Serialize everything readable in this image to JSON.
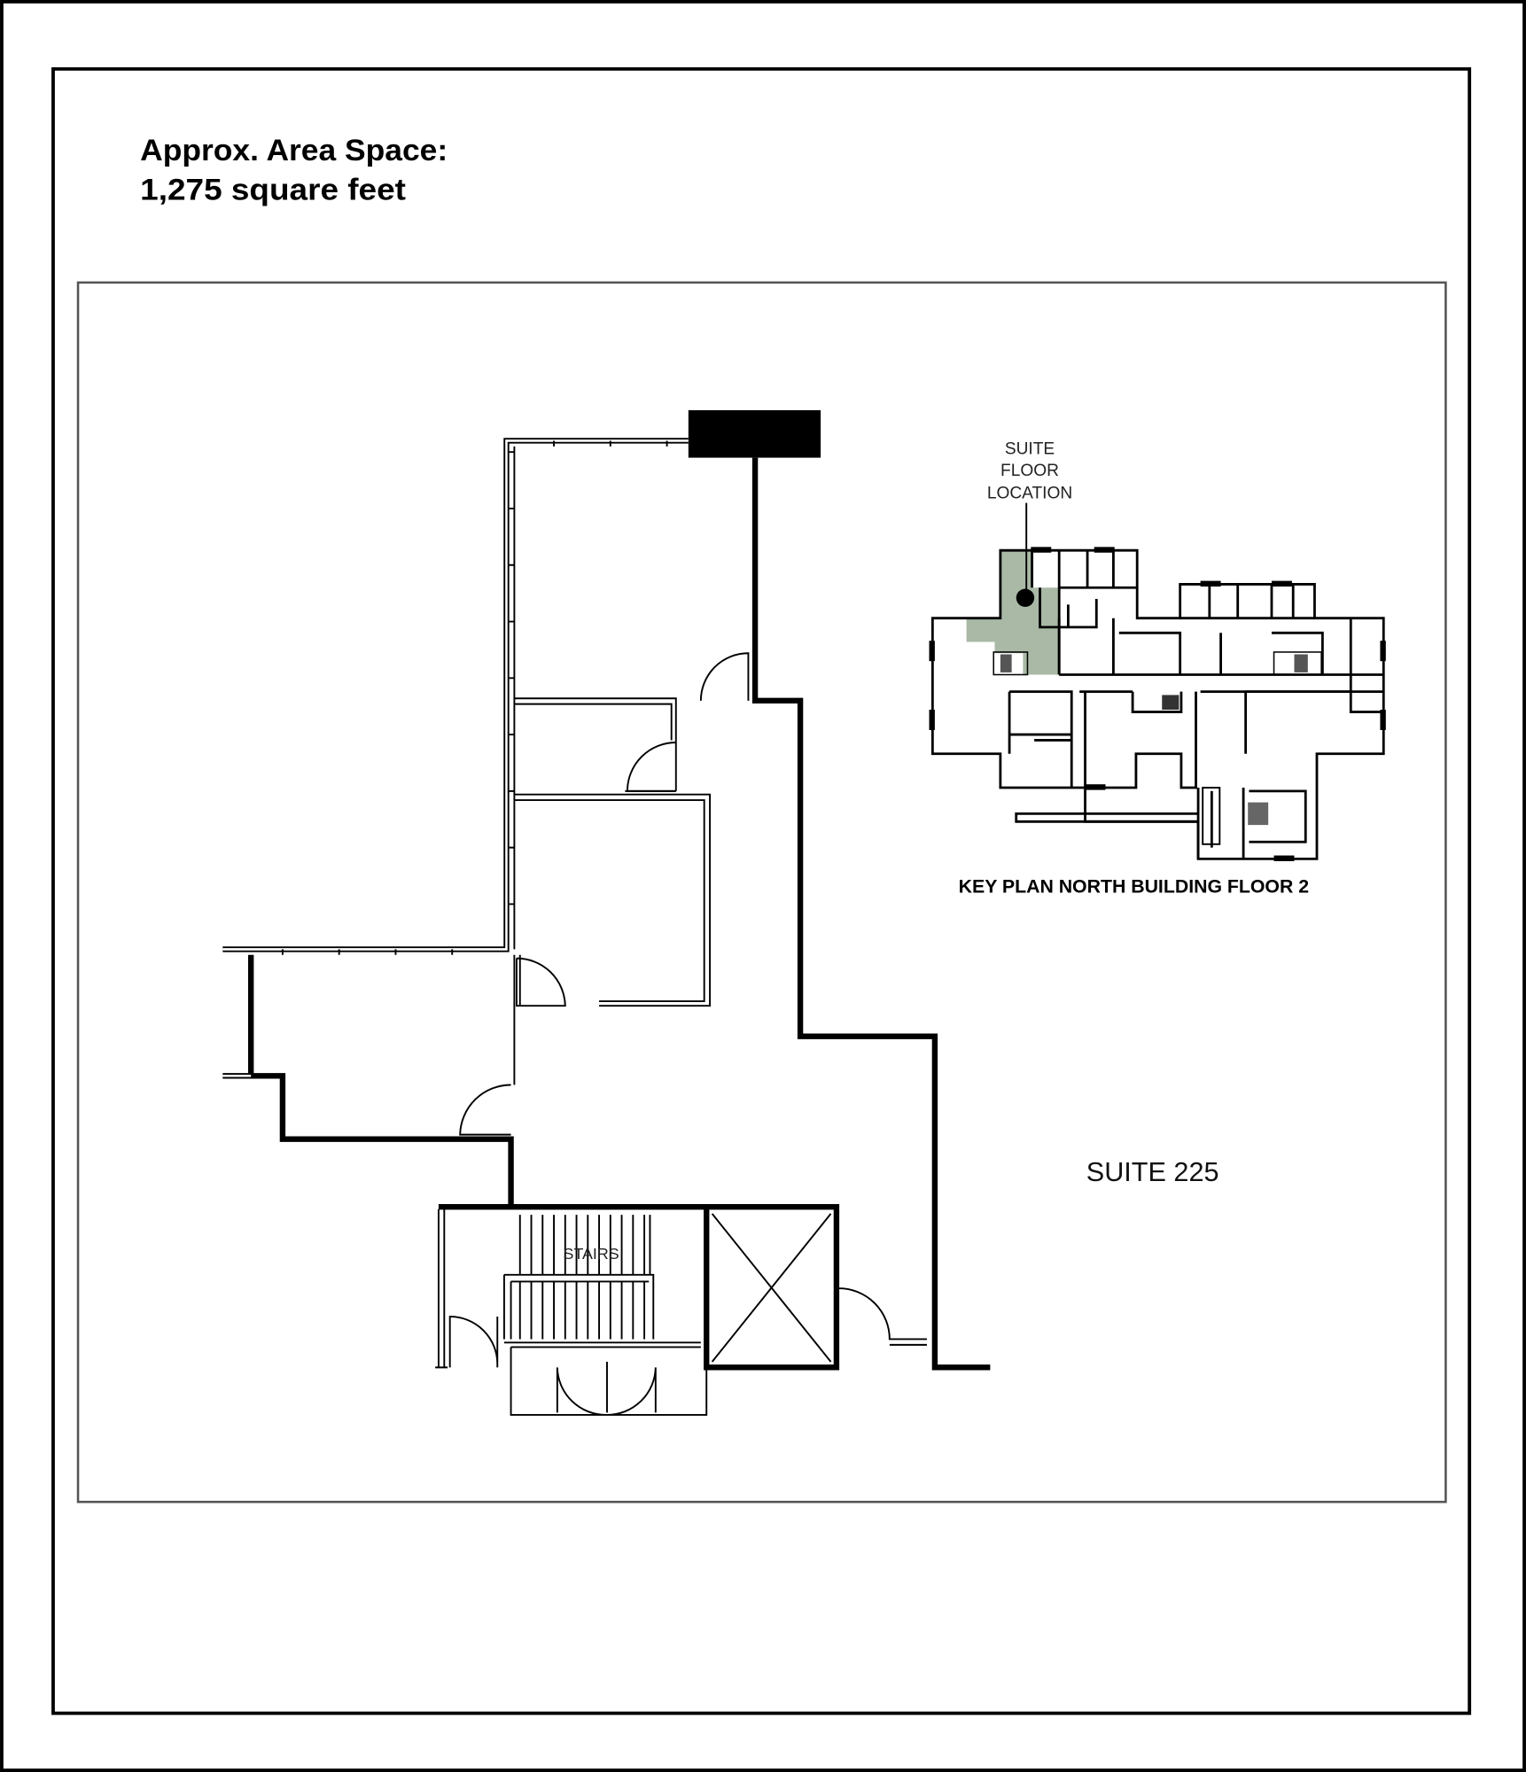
{
  "header": {
    "area_label": "Approx. Area Space:",
    "area_value": "1,275 square feet"
  },
  "plan": {
    "suite_label": "SUITE 225",
    "stairs_label": "STAIRS"
  },
  "key_plan": {
    "location_line1": "SUITE",
    "location_line2": "FLOOR",
    "location_line3": "LOCATION",
    "title": "KEY PLAN  NORTH BUILDING   FLOOR 2",
    "highlight_color": "#a9b9a6"
  }
}
